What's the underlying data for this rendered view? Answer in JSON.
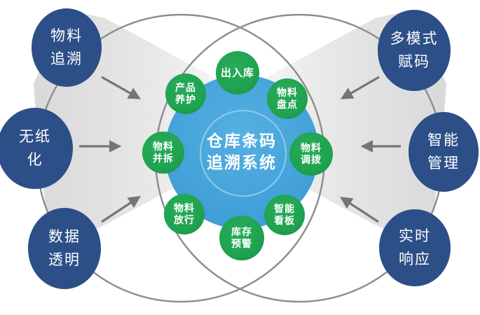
{
  "diagram_title": "仓库条码追溯系统",
  "center": {
    "line1": "仓库条码",
    "line2": "追溯系统"
  },
  "modules": [
    {
      "id": "in-out-warehouse",
      "line1": "出入库",
      "line2": ""
    },
    {
      "id": "stocktaking",
      "line1": "物料",
      "line2": "盘点"
    },
    {
      "id": "allocation",
      "line1": "物料",
      "line2": "调拨"
    },
    {
      "id": "smart-board",
      "line1": "智能",
      "line2": "看板"
    },
    {
      "id": "stock-alert",
      "line1": "库存",
      "line2": "预警"
    },
    {
      "id": "material-release",
      "line1": "物料",
      "line2": "放行"
    },
    {
      "id": "material-merge-split",
      "line1": "物料",
      "line2": "并拆"
    },
    {
      "id": "product-care",
      "line1": "产品",
      "line2": "养护"
    }
  ],
  "left_benefits": [
    {
      "id": "material-tracing",
      "line1": "物料",
      "line2": "追溯"
    },
    {
      "id": "paperless",
      "line1": "无纸",
      "line2": "化"
    },
    {
      "id": "data-transparency",
      "line1": "数据",
      "line2": "透明"
    }
  ],
  "right_benefits": [
    {
      "id": "multi-mode-coding",
      "line1": "多模式",
      "line2": "赋码"
    },
    {
      "id": "smart-management",
      "line1": "智能",
      "line2": "管理"
    },
    {
      "id": "realtime-response",
      "line1": "实时",
      "line2": "响应"
    }
  ],
  "colors": {
    "navy_node": "#2d4f88",
    "green_node": "#1fa351",
    "hub_blue": "#45a3da",
    "hub_inner_ring": "#8fcaea",
    "outline_circle_gray": "#8e8e8e",
    "arrow_gray": "#757575",
    "beam_gray": "#dcdcdc",
    "text": "#ffffff"
  }
}
